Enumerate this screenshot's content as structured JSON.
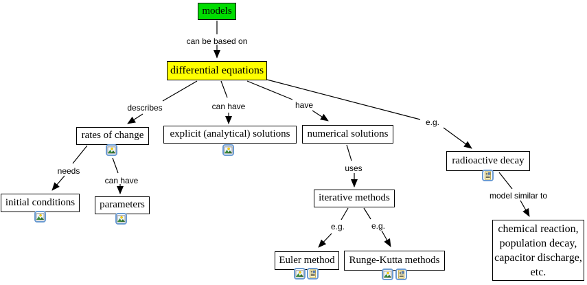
{
  "diagram_title": "concept map: models and differential equations",
  "colors": {
    "models_fill": "#00dd00",
    "differential_equations_fill": "#ffff00",
    "node_fill": "#ffffff",
    "border": "#000000",
    "line": "#000000",
    "icon_border": "#6b9bd2"
  },
  "nodes": {
    "models": {
      "label": "models"
    },
    "differential_equations": {
      "label": "differential equations"
    },
    "rates_of_change": {
      "label": "rates of change"
    },
    "explicit_solutions": {
      "label": "explicit (analytical) solutions"
    },
    "numerical_solutions": {
      "label": "numerical solutions"
    },
    "radioactive_decay": {
      "label": "radioactive decay"
    },
    "initial_conditions": {
      "label": "initial conditions"
    },
    "parameters": {
      "label": "parameters"
    },
    "iterative_methods": {
      "label": "iterative methods"
    },
    "euler_method": {
      "label": "Euler method"
    },
    "runge_kutta_methods": {
      "label": "Runge-Kutta methods"
    },
    "chemical_reaction": {
      "label": "chemical reaction,\npopulation decay,\ncapacitor discharge,\netc."
    }
  },
  "link_labels": {
    "can_be_based_on": "can be based on",
    "describes": "describes",
    "can_have_1": "can have",
    "have": "have",
    "eg_decay": "e.g.",
    "needs": "needs",
    "can_have_2": "can have",
    "uses": "uses",
    "eg_euler": "e.g.",
    "eg_runge": "e.g.",
    "model_similar_to": "model similar to"
  },
  "icons": {
    "image_resource": "image-resource-icon",
    "document_resource": "document-resource-icon"
  }
}
